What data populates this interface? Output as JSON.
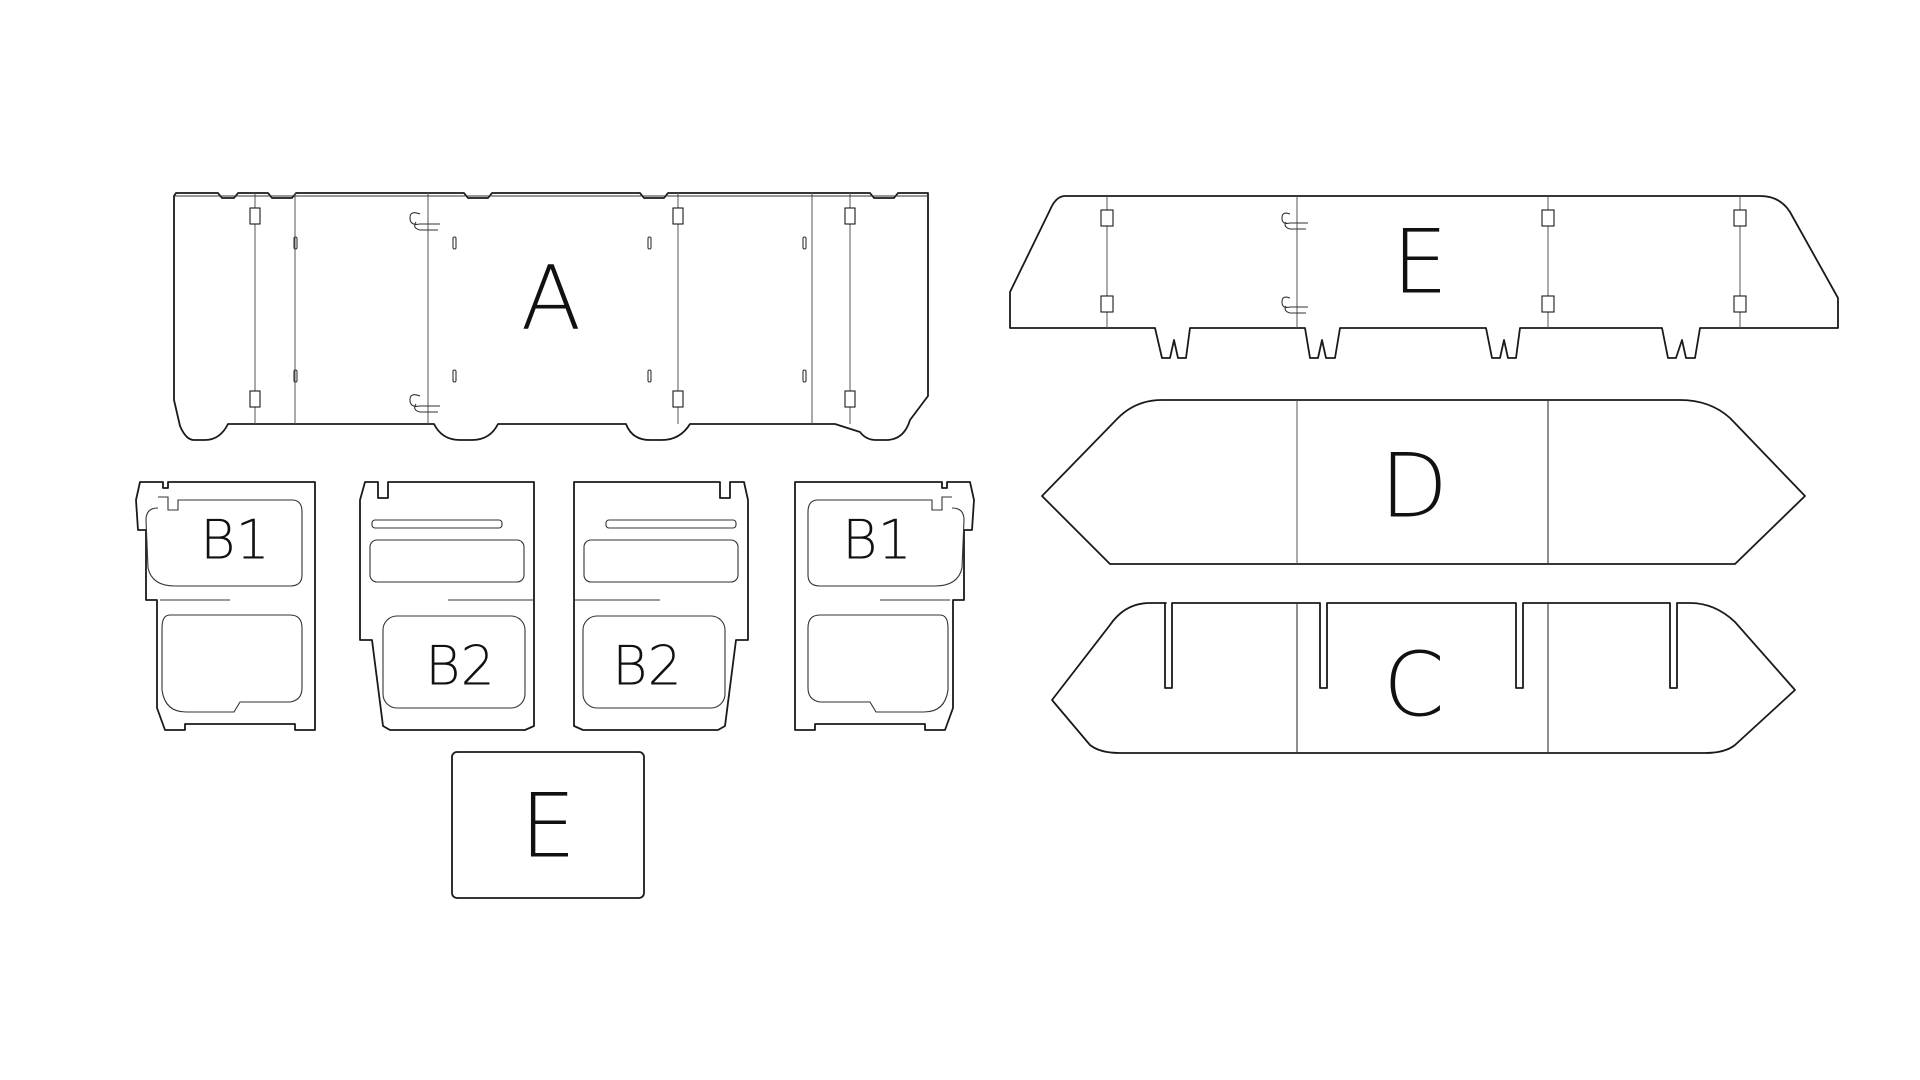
{
  "labels": {
    "panel_a": "A",
    "panel_b1_left": "B1",
    "panel_b2_left": "B2",
    "panel_b2_right": "B2",
    "panel_b1_right": "B1",
    "panel_e_small": "E",
    "panel_e_long": "E",
    "panel_d": "D",
    "panel_c": "C"
  },
  "colors": {
    "outline": "#1a1a1a",
    "background": "#ffffff"
  }
}
